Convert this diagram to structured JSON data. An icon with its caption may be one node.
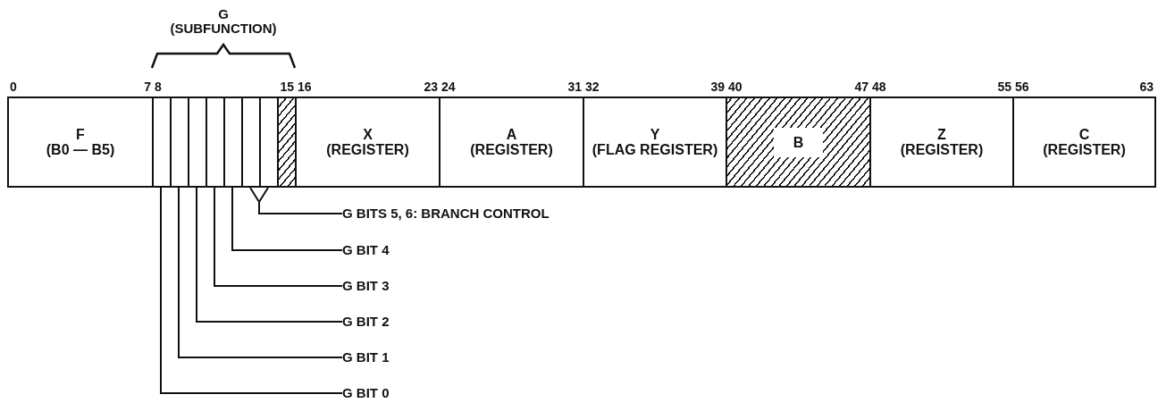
{
  "diagram": {
    "nodes": [
      {
        "text": [
          "F",
          "(B0 — B5)"
        ]
      },
      {
        "text": [],
        "shape": "box"
      },
      {
        "text": [],
        "shape": "box"
      },
      {
        "text": [],
        "shape": "box"
      },
      {
        "text": [],
        "shape": "box"
      },
      {
        "text": [],
        "shape": "box"
      },
      {
        "text": [],
        "shape": "box"
      },
      {
        "text": [],
        "shape": "box"
      },
      {
        "text": [],
        "shape": "box"
      },
      {
        "text": [
          "X",
          "(REGISTER)"
        ]
      },
      {
        "text": [
          "A",
          "(REGISTER)"
        ]
      },
      {
        "text": [
          "Y",
          "(FLAG REGISTER)"
        ]
      },
      {
        "text": [
          "B"
        ]
      },
      {
        "text": [
          "Z",
          "(REGISTER)"
        ]
      },
      {
        "text": [
          "C",
          "(REGISTER)"
        ]
      },
      {
        "text": [
          "G BITS 5, 6: BRANCH CONTROL"
        ]
      },
      {
        "text": [
          "G BIT 4"
        ]
      },
      {
        "text": [
          "G BIT 3"
        ]
      },
      {
        "text": [
          "G BIT 2"
        ]
      },
      {
        "text": [
          "G BIT 1"
        ]
      },
      {
        "text": [
          "G BIT 0"
        ]
      }
    ],
    "edges": [
      {
        "from": 15,
        "to": 6,
        "arrow": "none"
      },
      {
        "from": 15,
        "to": 7,
        "arrow": "none"
      },
      {
        "from": 16,
        "to": 5,
        "arrow": "none"
      },
      {
        "from": 17,
        "to": 4,
        "arrow": "none"
      },
      {
        "from": 18,
        "to": 3,
        "arrow": "none"
      },
      {
        "from": 19,
        "to": 2,
        "arrow": "none"
      },
      {
        "from": 20,
        "to": 1,
        "arrow": "none"
      }
    ],
    "labels": [
      "G (SUBFUNCTION)",
      "0",
      "7",
      "8",
      "15",
      "16",
      "23",
      "24",
      "31",
      "32",
      "39",
      "40",
      "47",
      "48",
      "55",
      "56",
      "63"
    ]
  }
}
